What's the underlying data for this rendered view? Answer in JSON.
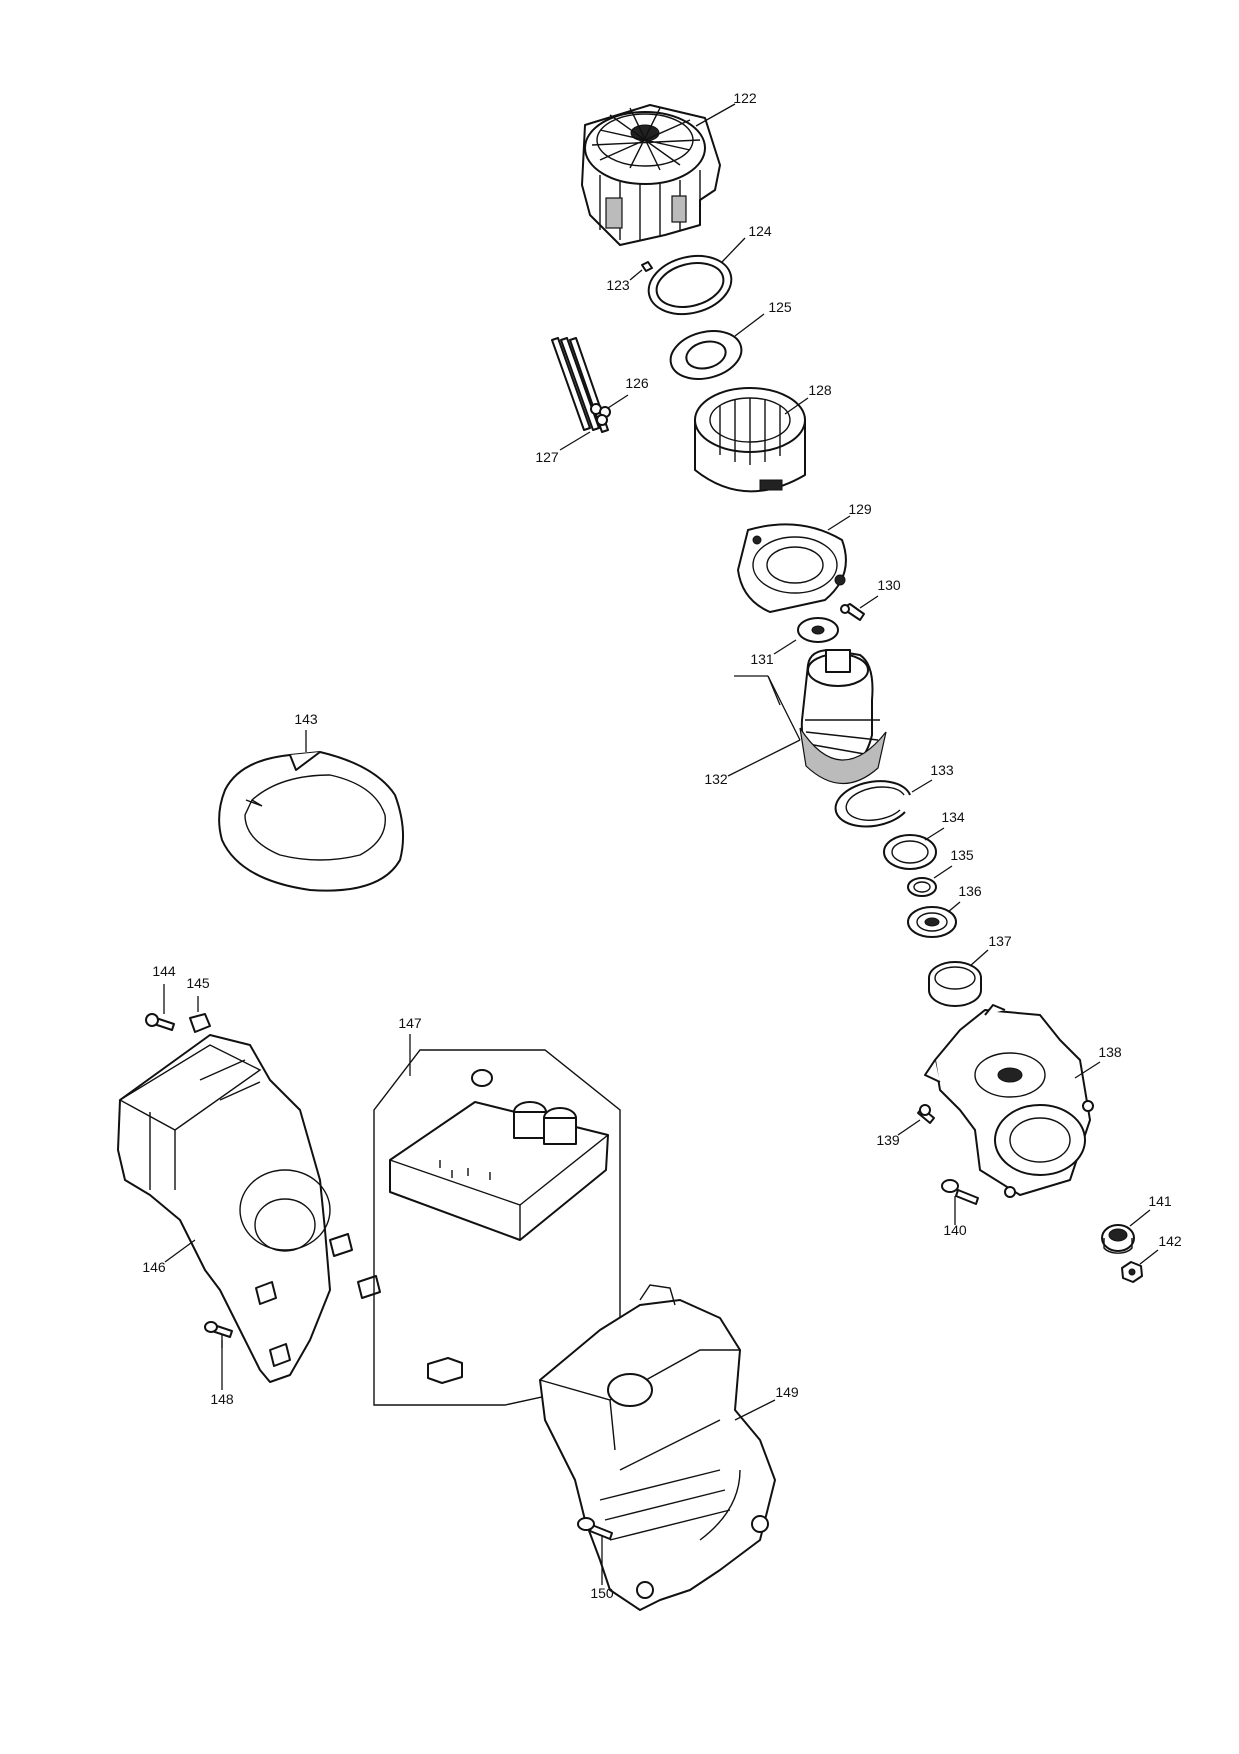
{
  "callouts": [
    {
      "id": "122",
      "label": "122"
    },
    {
      "id": "123",
      "label": "123"
    },
    {
      "id": "124",
      "label": "124"
    },
    {
      "id": "125",
      "label": "125"
    },
    {
      "id": "126",
      "label": "126"
    },
    {
      "id": "127",
      "label": "127"
    },
    {
      "id": "128",
      "label": "128"
    },
    {
      "id": "129",
      "label": "129"
    },
    {
      "id": "130",
      "label": "130"
    },
    {
      "id": "131",
      "label": "131"
    },
    {
      "id": "132",
      "label": "132"
    },
    {
      "id": "133",
      "label": "133"
    },
    {
      "id": "134",
      "label": "134"
    },
    {
      "id": "135",
      "label": "135"
    },
    {
      "id": "136",
      "label": "136"
    },
    {
      "id": "137",
      "label": "137"
    },
    {
      "id": "138",
      "label": "138"
    },
    {
      "id": "139",
      "label": "139"
    },
    {
      "id": "140",
      "label": "140"
    },
    {
      "id": "141",
      "label": "141"
    },
    {
      "id": "142",
      "label": "142"
    },
    {
      "id": "143",
      "label": "143"
    },
    {
      "id": "144",
      "label": "144"
    },
    {
      "id": "145",
      "label": "145"
    },
    {
      "id": "146",
      "label": "146"
    },
    {
      "id": "147",
      "label": "147"
    },
    {
      "id": "148",
      "label": "148"
    },
    {
      "id": "149",
      "label": "149"
    },
    {
      "id": "150",
      "label": "150"
    }
  ]
}
